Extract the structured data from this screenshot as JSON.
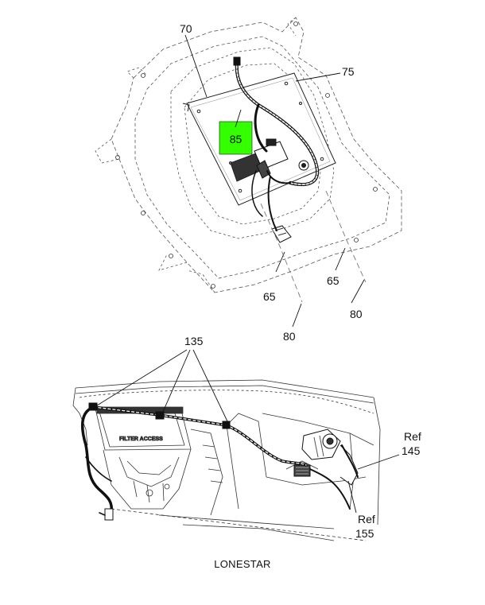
{
  "callouts": {
    "c70": "70",
    "c75": "75",
    "c85": "85",
    "c65a": "65",
    "c65b": "65",
    "c80a": "80",
    "c80b": "80",
    "c135": "135",
    "ref145_word": "Ref",
    "ref145_num": "145",
    "ref155_word": "Ref",
    "ref155_num": "155"
  },
  "labels": {
    "filter_access": "FILTER ACCESS"
  },
  "caption": "LONESTAR",
  "colors": {
    "highlight": "#33ff00",
    "line": "#111111",
    "dash": "#777777"
  }
}
